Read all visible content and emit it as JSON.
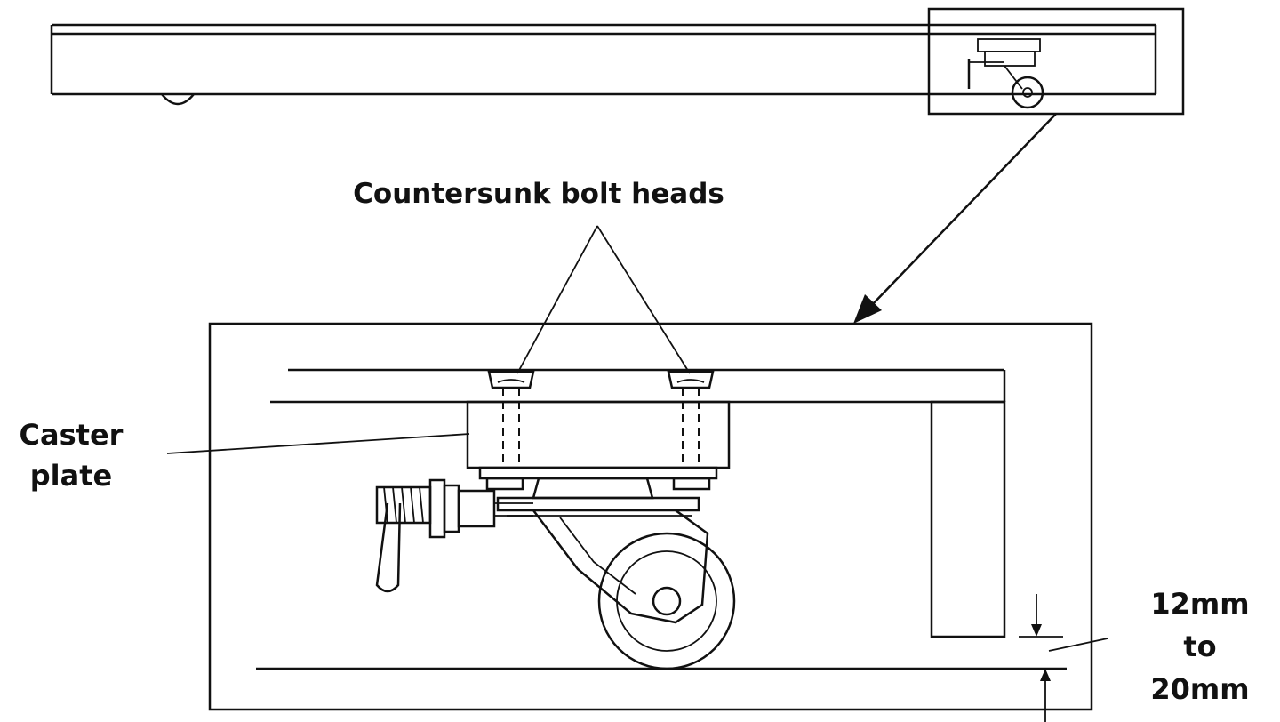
{
  "labels": {
    "countersunk": "Countersunk bolt heads",
    "caster_line1": "Caster",
    "caster_line2": "plate",
    "gap_line1": "12mm",
    "gap_line2": "to",
    "gap_line3": "20mm"
  },
  "colors": {
    "ink": "#111111",
    "background": "#ffffff"
  }
}
